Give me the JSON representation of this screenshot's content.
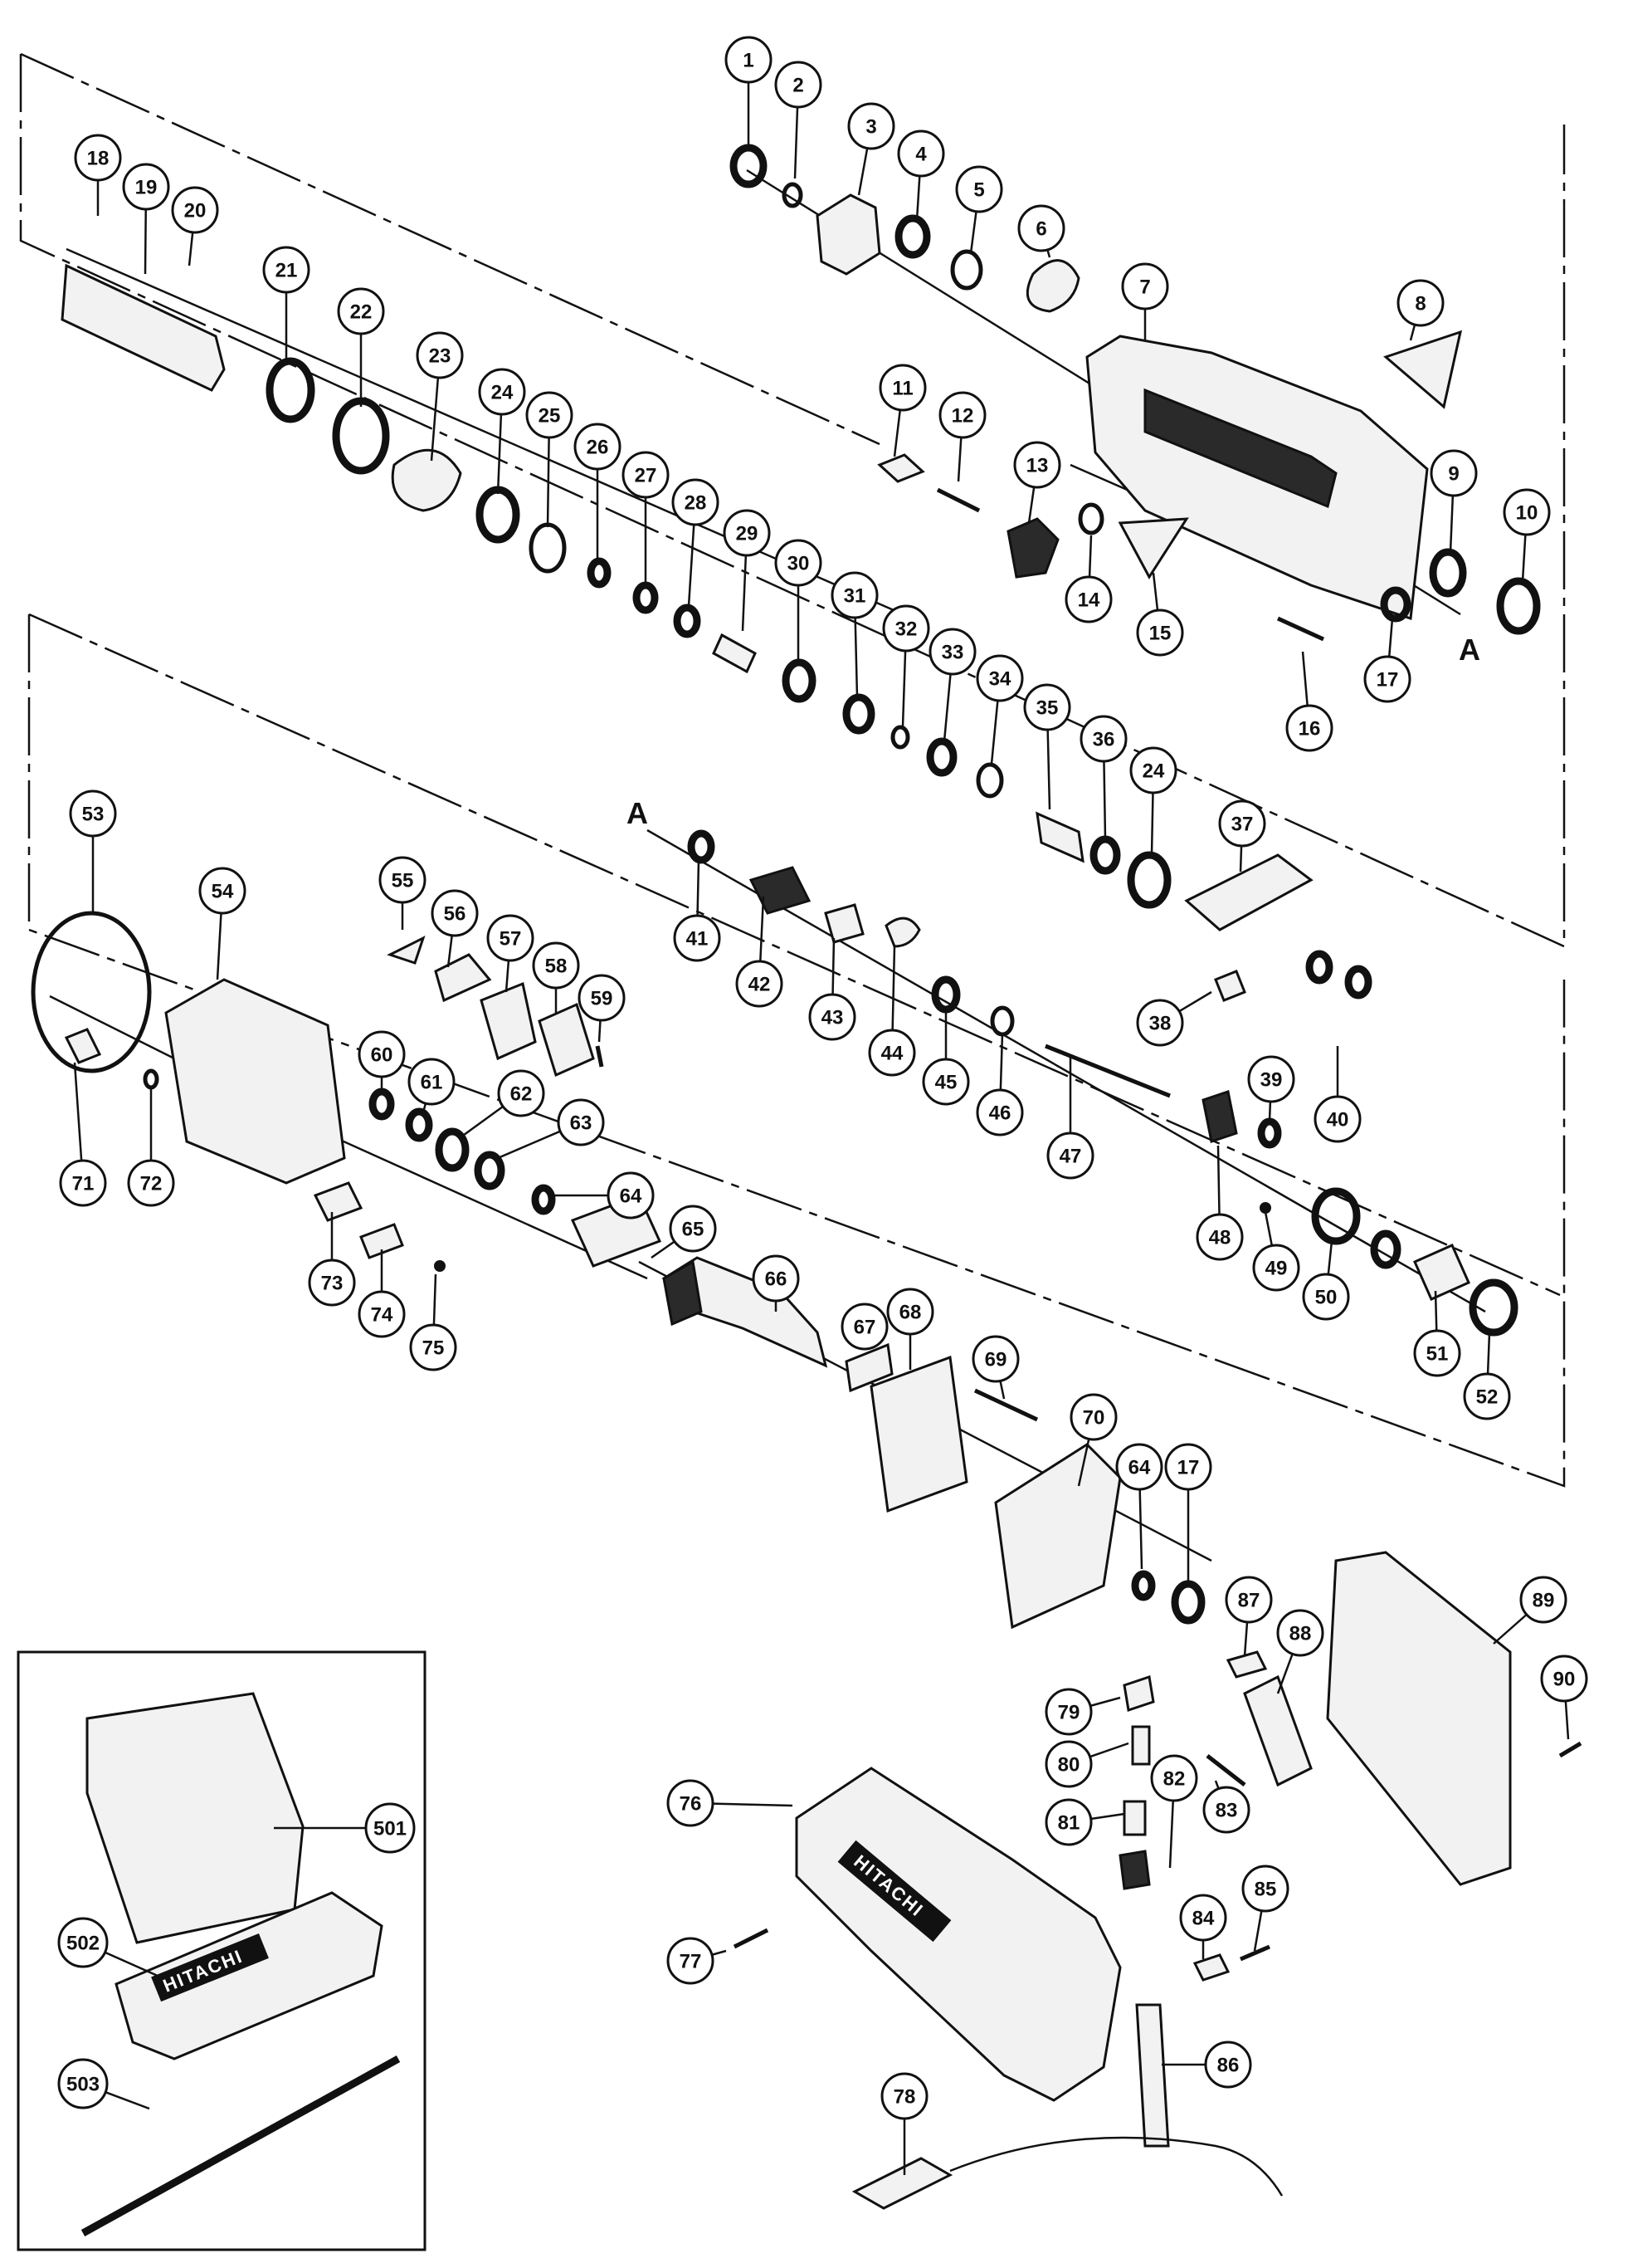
{
  "parts": [
    {
      "id": "p1",
      "label": "1"
    },
    {
      "id": "p2",
      "label": "2"
    },
    {
      "id": "p3",
      "label": "3"
    },
    {
      "id": "p4",
      "label": "4"
    },
    {
      "id": "p5",
      "label": "5"
    },
    {
      "id": "p6",
      "label": "6"
    },
    {
      "id": "p7",
      "label": "7"
    },
    {
      "id": "p8",
      "label": "8"
    },
    {
      "id": "p9",
      "label": "9"
    },
    {
      "id": "p10",
      "label": "10"
    },
    {
      "id": "p11",
      "label": "11"
    },
    {
      "id": "p12",
      "label": "12"
    },
    {
      "id": "p13",
      "label": "13"
    },
    {
      "id": "p14",
      "label": "14"
    },
    {
      "id": "p15",
      "label": "15"
    },
    {
      "id": "p16",
      "label": "16"
    },
    {
      "id": "p17a",
      "label": "17"
    },
    {
      "id": "p18",
      "label": "18"
    },
    {
      "id": "p19",
      "label": "19"
    },
    {
      "id": "p20",
      "label": "20"
    },
    {
      "id": "p21",
      "label": "21"
    },
    {
      "id": "p22",
      "label": "22"
    },
    {
      "id": "p23",
      "label": "23"
    },
    {
      "id": "p24a",
      "label": "24"
    },
    {
      "id": "p25",
      "label": "25"
    },
    {
      "id": "p26",
      "label": "26"
    },
    {
      "id": "p27",
      "label": "27"
    },
    {
      "id": "p28",
      "label": "28"
    },
    {
      "id": "p29",
      "label": "29"
    },
    {
      "id": "p30",
      "label": "30"
    },
    {
      "id": "p31",
      "label": "31"
    },
    {
      "id": "p32",
      "label": "32"
    },
    {
      "id": "p33",
      "label": "33"
    },
    {
      "id": "p34",
      "label": "34"
    },
    {
      "id": "p35",
      "label": "35"
    },
    {
      "id": "p36",
      "label": "36"
    },
    {
      "id": "p24b",
      "label": "24"
    },
    {
      "id": "p37",
      "label": "37"
    },
    {
      "id": "p38",
      "label": "38"
    },
    {
      "id": "p39",
      "label": "39"
    },
    {
      "id": "p40",
      "label": "40"
    },
    {
      "id": "p41",
      "label": "41"
    },
    {
      "id": "p42",
      "label": "42"
    },
    {
      "id": "p43",
      "label": "43"
    },
    {
      "id": "p44",
      "label": "44"
    },
    {
      "id": "p45",
      "label": "45"
    },
    {
      "id": "p46",
      "label": "46"
    },
    {
      "id": "p47",
      "label": "47"
    },
    {
      "id": "p48",
      "label": "48"
    },
    {
      "id": "p49",
      "label": "49"
    },
    {
      "id": "p50",
      "label": "50"
    },
    {
      "id": "p17b",
      "label": "17"
    },
    {
      "id": "p51",
      "label": "51"
    },
    {
      "id": "p52",
      "label": "52"
    },
    {
      "id": "p53",
      "label": "53"
    },
    {
      "id": "p54",
      "label": "54"
    },
    {
      "id": "p55",
      "label": "55"
    },
    {
      "id": "p56",
      "label": "56"
    },
    {
      "id": "p57",
      "label": "57"
    },
    {
      "id": "p58",
      "label": "58"
    },
    {
      "id": "p59",
      "label": "59"
    },
    {
      "id": "p60",
      "label": "60"
    },
    {
      "id": "p61",
      "label": "61"
    },
    {
      "id": "p62",
      "label": "62"
    },
    {
      "id": "p63",
      "label": "63"
    },
    {
      "id": "p64a",
      "label": "64"
    },
    {
      "id": "p65",
      "label": "65"
    },
    {
      "id": "p66",
      "label": "66"
    },
    {
      "id": "p67",
      "label": "67"
    },
    {
      "id": "p68",
      "label": "68"
    },
    {
      "id": "p69",
      "label": "69"
    },
    {
      "id": "p70",
      "label": "70"
    },
    {
      "id": "p64b",
      "label": "64"
    },
    {
      "id": "p17c",
      "label": "17"
    },
    {
      "id": "p71",
      "label": "71"
    },
    {
      "id": "p72",
      "label": "72"
    },
    {
      "id": "p73",
      "label": "73"
    },
    {
      "id": "p74",
      "label": "74"
    },
    {
      "id": "p75",
      "label": "75"
    },
    {
      "id": "p76",
      "label": "76"
    },
    {
      "id": "p77",
      "label": "77"
    },
    {
      "id": "p78",
      "label": "78"
    },
    {
      "id": "p79",
      "label": "79"
    },
    {
      "id": "p80",
      "label": "80"
    },
    {
      "id": "p81",
      "label": "81"
    },
    {
      "id": "p82",
      "label": "82"
    },
    {
      "id": "p83",
      "label": "83"
    },
    {
      "id": "p84",
      "label": "84"
    },
    {
      "id": "p85",
      "label": "85"
    },
    {
      "id": "p86",
      "label": "86"
    },
    {
      "id": "p87",
      "label": "87"
    },
    {
      "id": "p88",
      "label": "88"
    },
    {
      "id": "p89",
      "label": "89"
    },
    {
      "id": "p90",
      "label": "90"
    },
    {
      "id": "p501",
      "label": "501"
    },
    {
      "id": "p502",
      "label": "502"
    },
    {
      "id": "p503",
      "label": "503"
    }
  ],
  "section_markers": {
    "upper": "A",
    "lower": "A"
  },
  "brand_text": "HITACHI"
}
